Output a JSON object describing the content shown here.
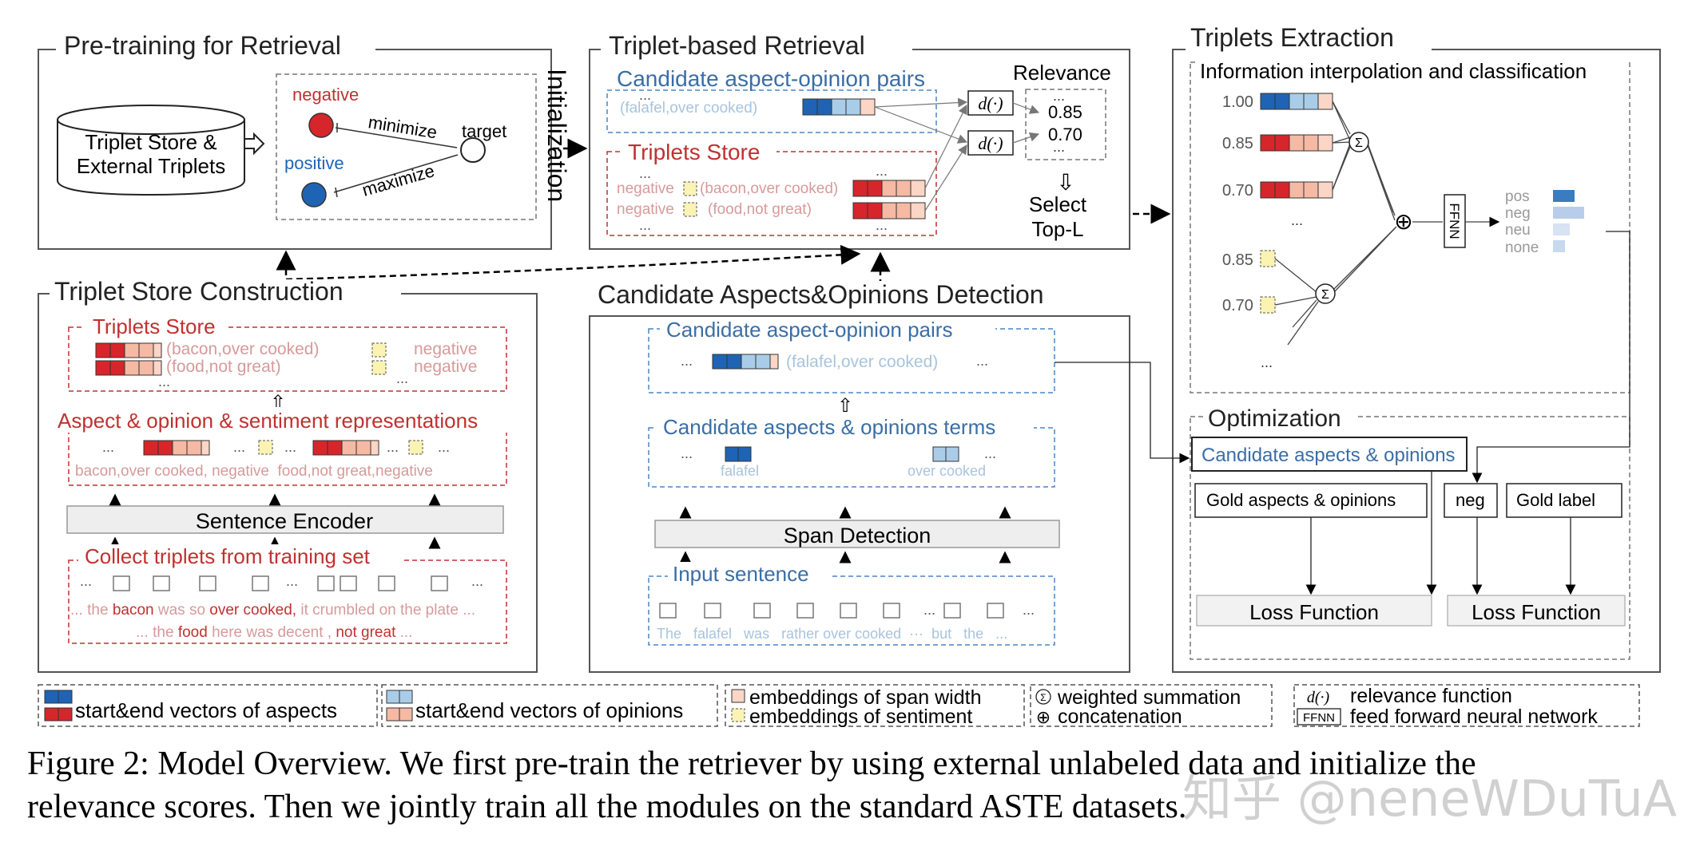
{
  "colors": {
    "aspect_dark": "#1f64b4",
    "aspect_light": "#a9cde8",
    "red_dark": "#d6262b",
    "red_light": "#f6b9a4",
    "sentiment": "#fbf3b3",
    "frame": "#555555",
    "label_red": "#c0312f",
    "label_blue": "#3a6ea5",
    "faint_blue": "#a8c4dd",
    "faint_red": "#d79a9a"
  },
  "pretraining": {
    "title": "Pre-training for Retrieval",
    "store_line1": "Triplet Store &",
    "store_line2": "External Triplets",
    "negative": "negative",
    "positive": "positive",
    "target": "target",
    "minimize": "minimize",
    "maximize": "maximize"
  },
  "initialization": "Initialization",
  "retrieval": {
    "title": "Triplet-based Retrieval",
    "cand_pairs": "Candidate aspect-opinion pairs",
    "cand_item": "(falafel,over cooked)",
    "ellipsis": "...",
    "store_title": "Triplets Store",
    "neg1": "negative",
    "item1": "(bacon,over cooked)",
    "neg2": "negative",
    "item2": "(food,not great)",
    "relevance": "Relevance",
    "score1": "0.85",
    "score2": "0.70",
    "d_func": "d(·)",
    "select_line1": "Select",
    "select_line2": "Top-L",
    "down_arrow": "⇩"
  },
  "extraction": {
    "title": "Triplets Extraction",
    "subtitle": "Information interpolation and classification",
    "scores": [
      "1.00",
      "0.85",
      "0.70",
      "0.85",
      "0.70"
    ],
    "sigma": "Σ",
    "plus": "⊕",
    "ffnn": "FFNN",
    "labels": [
      "pos",
      "neg",
      "neu",
      "none"
    ],
    "bar_fractions": [
      0.45,
      0.65,
      0.35,
      0.25
    ],
    "ellipsis": "..."
  },
  "optimization": {
    "title": "Optimization",
    "candidates": "Candidate aspects & opinions",
    "gold": "Gold aspects & opinions",
    "neg": "neg",
    "gold_label": "Gold label",
    "loss1": "Loss Function",
    "loss2": "Loss Function"
  },
  "construction": {
    "title": "Triplet Store Construction",
    "store_title": "Triplets Store",
    "item1": "(bacon,over cooked)",
    "item2": "(food,not great)",
    "neg1": "negative",
    "neg2": "negative",
    "repr_title": "Aspect & opinion & sentiment representations",
    "repr_labels": "bacon,over cooked, negative  food,not great,negative",
    "encoder": "Sentence Encoder",
    "collect_title": "Collect triplets from training set",
    "sent1_a": "... the",
    "sent1_b": "bacon",
    "sent1_c": "was so",
    "sent1_d": "over cooked,",
    "sent1_e": "it crumbled on the plate ...",
    "sent2_a": "... the",
    "sent2_b": "food",
    "sent2_c": "here was decent ,",
    "sent2_d": "not great",
    "sent2_e": "...",
    "ellipsis": "...",
    "up_arrow": "⇧"
  },
  "detection": {
    "title": "Candidate Aspects&Opinions Detection",
    "pairs_title": "Candidate aspect-opinion pairs",
    "pairs_item": "(falafel,over cooked)",
    "terms_title": "Candidate aspects & opinions terms",
    "term1": "falafel",
    "term2": "over cooked",
    "span": "Span Detection",
    "input_title": "Input sentence",
    "tokens": "The   falafel   was   rather over cooked  ···  but   the   ...",
    "ellipsis": "...",
    "up_arrow": "⇧"
  },
  "legend": {
    "aspects": "start&end vectors of aspects",
    "opinions": "start&end vectors of opinions",
    "span_width": "embeddings of span width",
    "sentiment": "embeddings of sentiment",
    "weighted": "weighted summation",
    "concat": "concatenation",
    "sigma": "Σ",
    "plus": "⊕",
    "d_func": "d(·)",
    "relevance": "relevance function",
    "ffnn": "FFNN",
    "ffn_desc": "feed forward neural network"
  },
  "caption": {
    "line1": "Figure 2: Model Overview.  We first pre-train the retriever by using external unlabeled data and initialize the",
    "line2": "relevance scores. Then we jointly train all the modules on the standard ASTE datasets."
  },
  "watermark": "知乎 @neneWDuTuA"
}
